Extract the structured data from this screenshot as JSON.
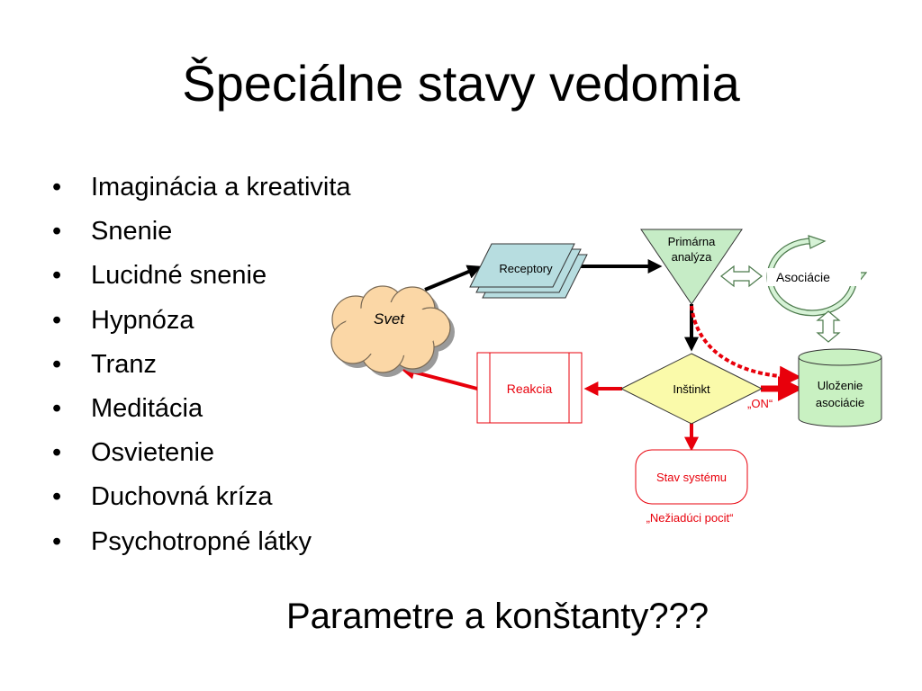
{
  "slide": {
    "title": "Špeciálne stavy vedomia",
    "bullets": [
      "Imaginácia a kreativita",
      "Snenie",
      "Lucidné snenie",
      "Hypnóza",
      "Tranz",
      "Meditácia",
      "Osvietenie",
      "Duchovná kríza",
      "Psychotropné látky"
    ],
    "question": "Parametre a konštanty???"
  },
  "diagram": {
    "world": "Svet",
    "receptors": "Receptory",
    "primary_line1": "Primárna",
    "primary_line2": "analýza",
    "associations": "Asociácie",
    "instinct": "Inštinkt",
    "reaction": "Reakcia",
    "storage_line1": "Uloženie",
    "storage_line2": "asociácie",
    "on_label": "„ON“",
    "system_state": "Stav systému",
    "unwanted_feeling": "„Nežiadúci pocit“"
  },
  "colors": {
    "red": "#e8000b",
    "receptor_fill": "#b7dde0",
    "triangle_fill": "#c6ecc6",
    "diamond_fill": "#fafaaa",
    "cylinder_fill": "#c9f1c2",
    "cloud_fill": "#fbd7a6"
  }
}
